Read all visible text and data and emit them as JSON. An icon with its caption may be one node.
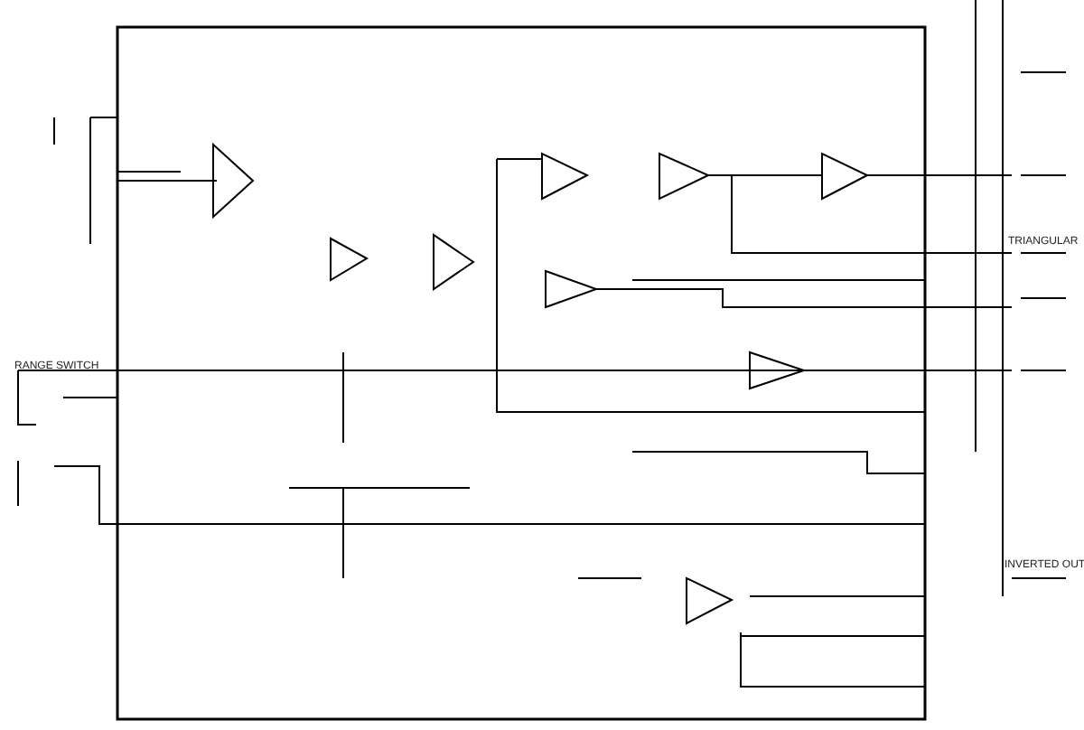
{
  "diagram": {
    "labels": [
      "RANGE SWITCH",
      "TRIANGULAR",
      "INVERTED OUT"
    ]
  }
}
